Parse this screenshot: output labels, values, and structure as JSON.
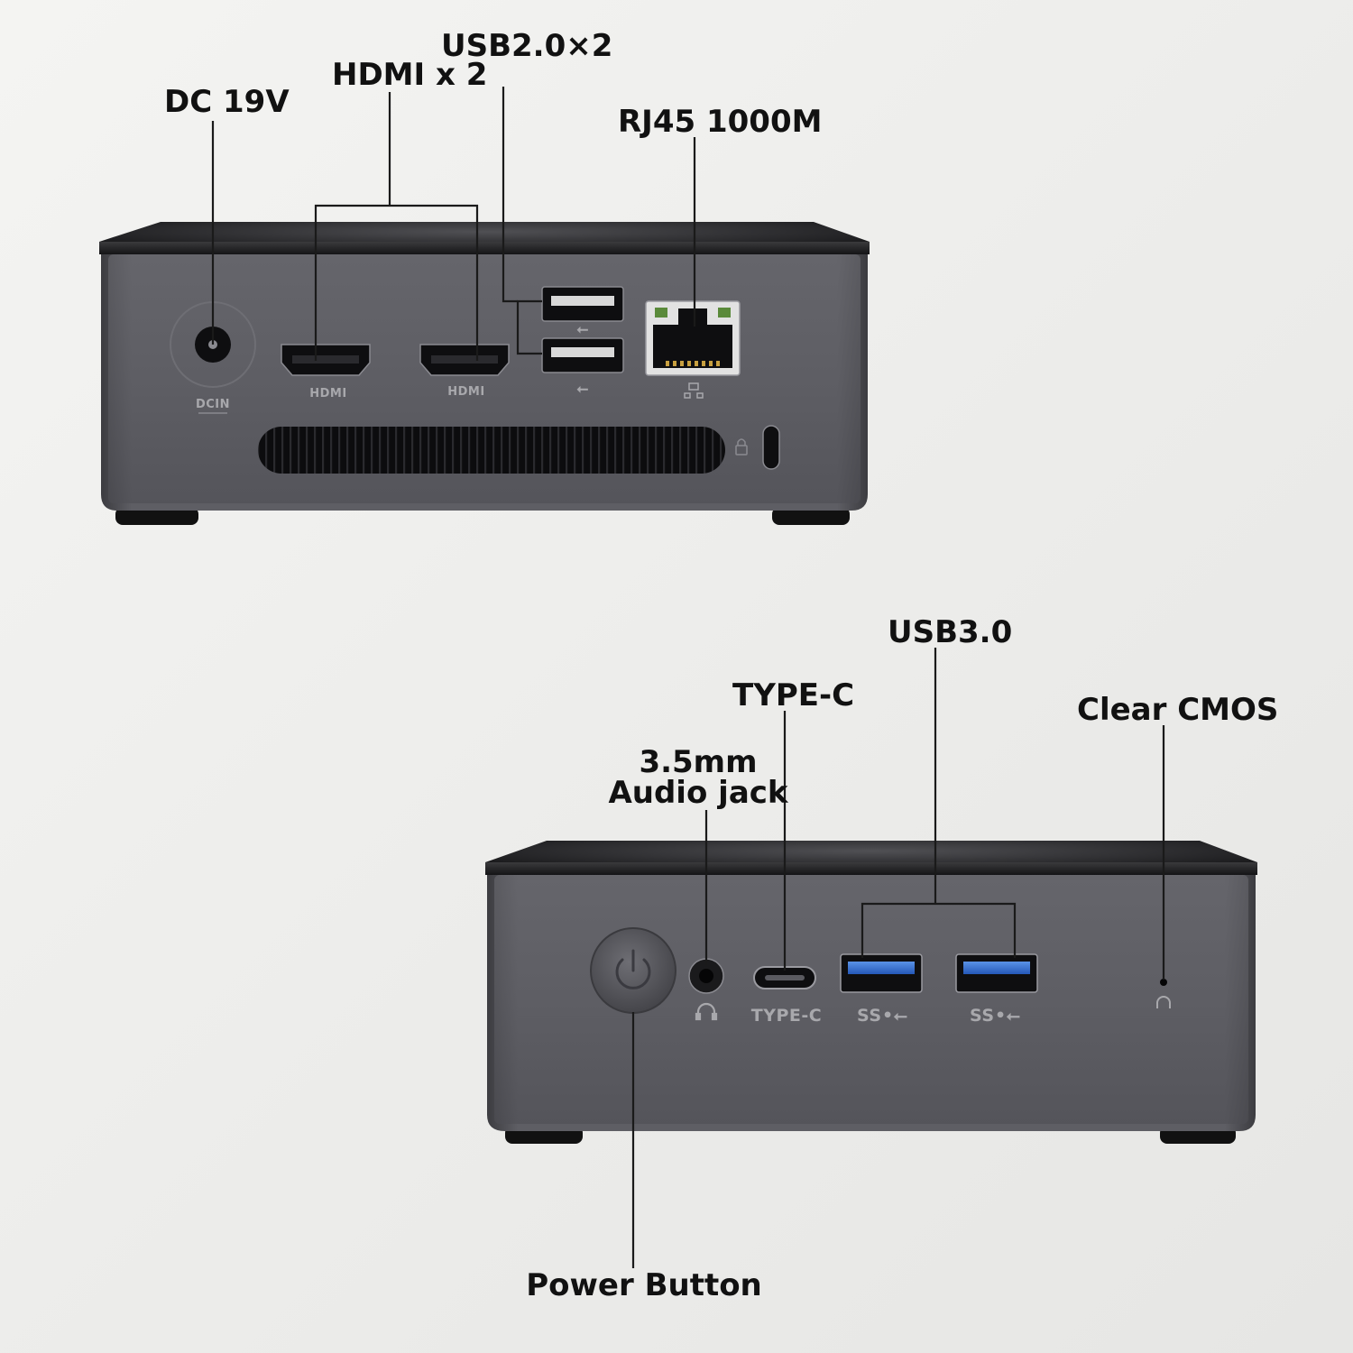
{
  "rear_view": {
    "callouts": {
      "dc": "DC 19V",
      "hdmi": "HDMI x 2",
      "usb2": "USB2.0×2",
      "rj45": "RJ45 1000M"
    },
    "port_labels": {
      "dc_in": "DCIN",
      "hdmi_1": "HDMI",
      "hdmi_2": "HDMI"
    }
  },
  "front_view": {
    "callouts": {
      "usb3": "USB3.0",
      "type_c": "TYPE-C",
      "clear_cmos": "Clear CMOS",
      "audio_line1": "3.5mm",
      "audio_line2": "Audio jack",
      "power": "Power Button"
    },
    "port_labels": {
      "type_c": "TYPE-C",
      "usb3_1": "SS",
      "usb3_2": "SS"
    }
  },
  "colors": {
    "body": "#5c5c62",
    "top": "#1c1c1e",
    "usb3_blue": "#2f6fd0",
    "port_label": "#a8a8ac"
  }
}
